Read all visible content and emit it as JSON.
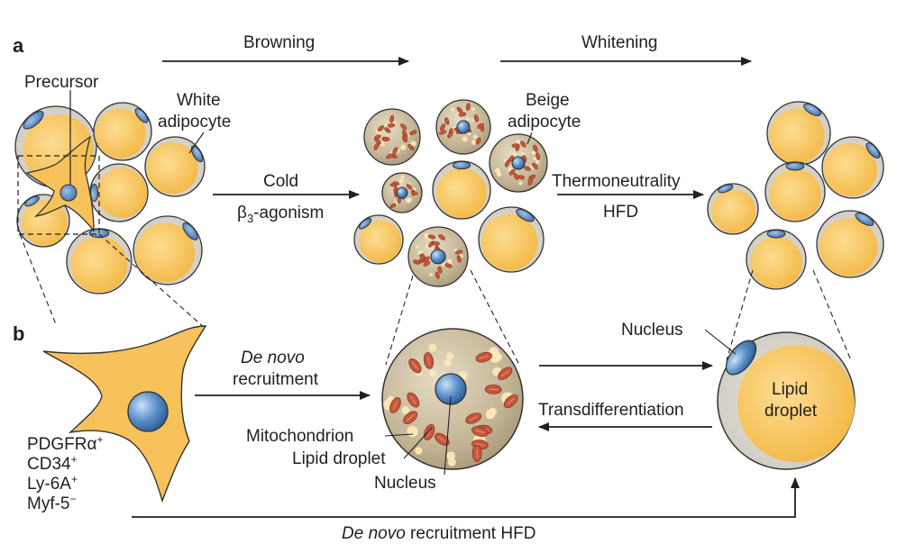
{
  "panels": {
    "a": "a",
    "b": "b"
  },
  "top_arrows": {
    "browning": "Browning",
    "whitening": "Whitening"
  },
  "labels": {
    "precursor": "Precursor",
    "white_adipocyte_1": "White",
    "white_adipocyte_2": "adipocyte",
    "beige_adipocyte_1": "Beige",
    "beige_adipocyte_2": "adipocyte",
    "cold": "Cold",
    "beta": "β",
    "beta_sub": "3",
    "agonism": "-agonism",
    "thermoneutrality": "Thermoneutrality",
    "hfd": "HFD",
    "nucleus_right": "Nucleus",
    "lipid_1": "Lipid",
    "lipid_2": "droplet",
    "de_novo_1": "De novo",
    "de_novo_2": "recruitment",
    "transdifferentiation": "Transdifferentiation",
    "mitochondrion": "Mitochondrion",
    "lipid_droplet": "Lipid droplet",
    "nucleus_bottom": "Nucleus",
    "bottom_italic": "De novo",
    "bottom_rest": " recruitment HFD"
  },
  "markers": [
    {
      "name": "PDGFRα",
      "sign": "+"
    },
    {
      "name": "CD34",
      "sign": "+"
    },
    {
      "name": "Ly-6A",
      "sign": "+"
    },
    {
      "name": "Myf-5",
      "sign": "−"
    }
  ],
  "colors": {
    "cell_fill": "#f7c25b",
    "cell_rim": "#d9d6cf",
    "beige_cell": "#b8aa8c",
    "nucleus": "#5b8fc9",
    "mitochondria": "#c8573a",
    "lipid_small": "#fbe8b8",
    "outline": "#333333"
  }
}
